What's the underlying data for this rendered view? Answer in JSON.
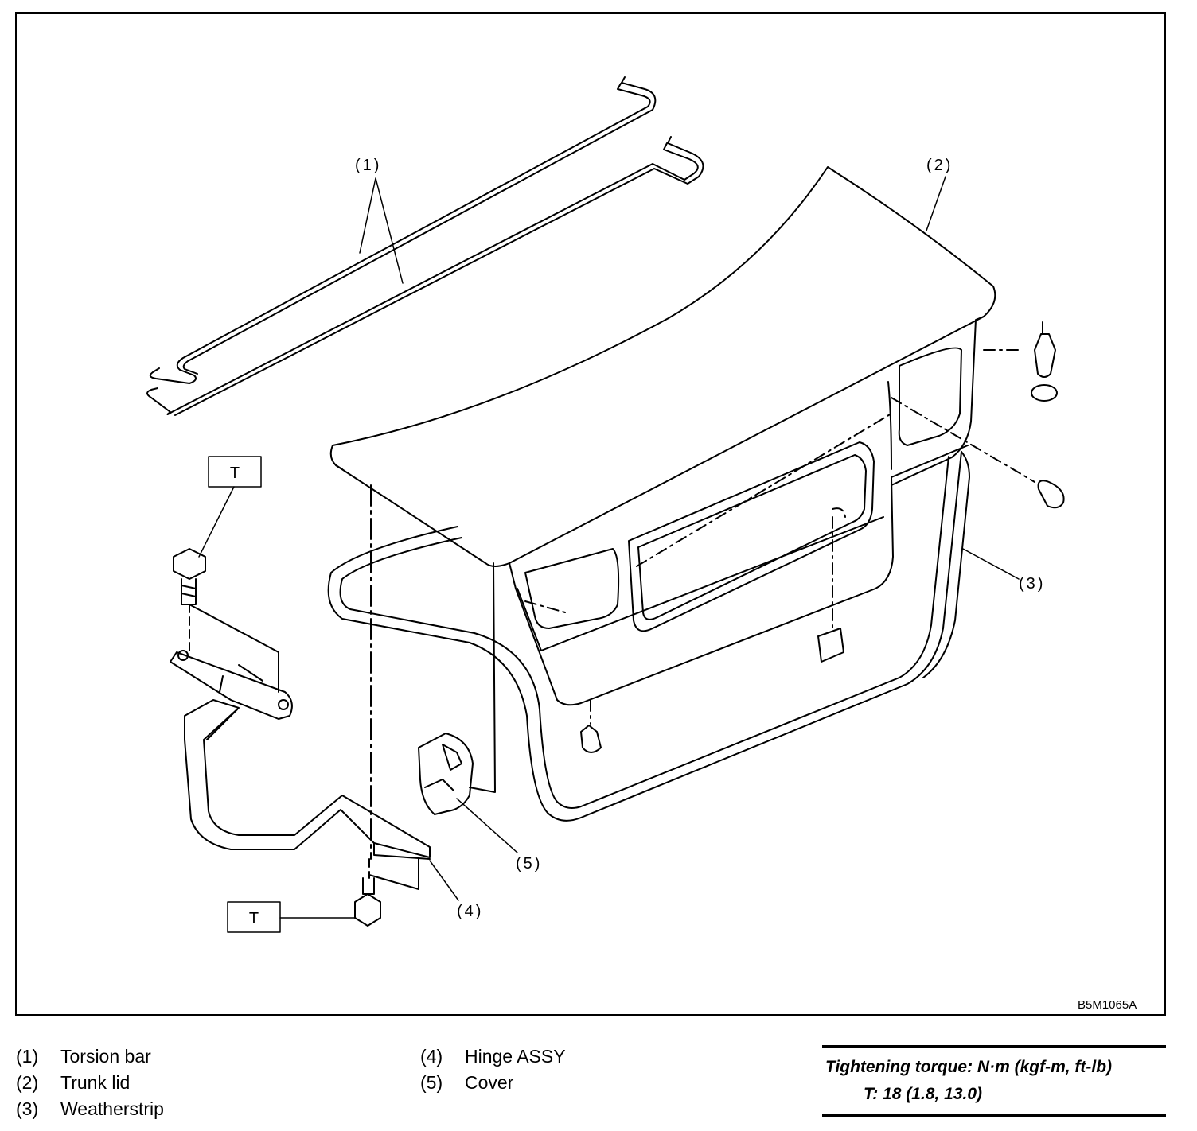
{
  "diagram": {
    "callouts": [
      "(1)",
      "(2)",
      "(3)",
      "(4)",
      "(5)"
    ],
    "torque_marker": "T",
    "figure_code": "B5M1065A"
  },
  "legend": [
    {
      "num": "(1)",
      "name": "Torsion bar"
    },
    {
      "num": "(2)",
      "name": "Trunk lid"
    },
    {
      "num": "(3)",
      "name": "Weatherstrip"
    },
    {
      "num": "(4)",
      "name": "Hinge ASSY"
    },
    {
      "num": "(5)",
      "name": "Cover"
    }
  ],
  "torque": {
    "heading": "Tightening torque: N·m (kgf-m, ft-lb)",
    "value": "T: 18 (1.8, 13.0)"
  }
}
